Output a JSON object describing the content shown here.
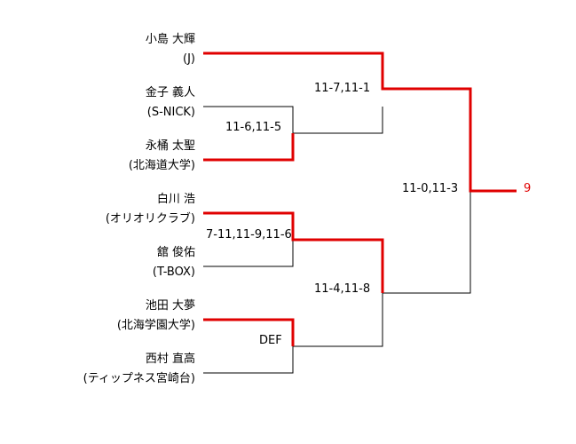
{
  "players": [
    {
      "name": "小島 大輝",
      "team": "(J)"
    },
    {
      "name": "金子 義人",
      "team": "(S-NICK)"
    },
    {
      "name": "永桶 太聖",
      "team": "(北海道大学)"
    },
    {
      "name": "白川 浩",
      "team": "(オリオリクラブ)"
    },
    {
      "name": "舘 俊佑",
      "team": "(T-BOX)"
    },
    {
      "name": "池田 大夢",
      "team": "(北海学園大学)"
    },
    {
      "name": "西村 直高",
      "team": "(ティップネス宮崎台)"
    }
  ],
  "scores": {
    "r1_top": "11-6,11-5",
    "r1_mid": "7-11,11-9,11-6",
    "r1_bot": "DEF",
    "semi_top": "11-7,11-1",
    "semi_bot": "11-4,11-8",
    "final": "11-0,11-3"
  },
  "result": "9",
  "colors": {
    "winner": "#e00000",
    "line": "#000000"
  }
}
